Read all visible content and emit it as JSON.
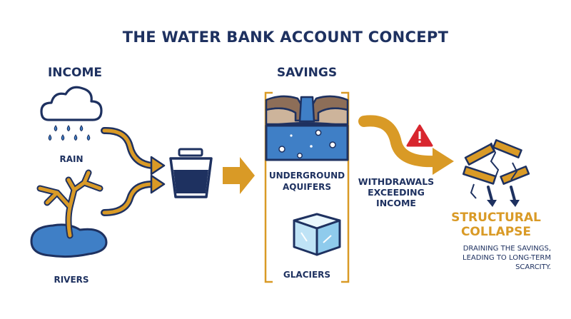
{
  "title": "THE WATER BANK ACCOUNT CONCEPT",
  "income": {
    "heading": "INCOME",
    "sources": [
      {
        "label": "RAIN",
        "icon": "rain-cloud-icon"
      },
      {
        "label": "RIVERS",
        "icon": "river-tree-icon"
      }
    ]
  },
  "savings": {
    "heading": "SAVINGS",
    "stores": [
      {
        "label_lines": [
          "UNDERGROUND",
          "AQUIFERS"
        ],
        "icon": "aquifer-icon"
      },
      {
        "label_lines": [
          "GLACIERS"
        ],
        "icon": "glacier-icon"
      }
    ]
  },
  "withdrawal": {
    "label_lines": [
      "WITHDRAWALS",
      "EXCEEDING",
      "INCOME"
    ],
    "icon": "warning-icon"
  },
  "outcome": {
    "heading_lines": [
      "STRUCTURAL",
      "COLLAPSE"
    ],
    "note_lines": [
      "DRAINING THE SAVINGS,",
      "LEADING TO LONG-TERM",
      "SCARCITY."
    ],
    "icon": "cracked-beams-icon"
  },
  "colors": {
    "navy": "#1e3160",
    "water": "#3f7fc6",
    "water_light": "#bfe3f6",
    "gold": "#d99a26",
    "soil": "#8d6e58",
    "warning": "#d8262e"
  }
}
